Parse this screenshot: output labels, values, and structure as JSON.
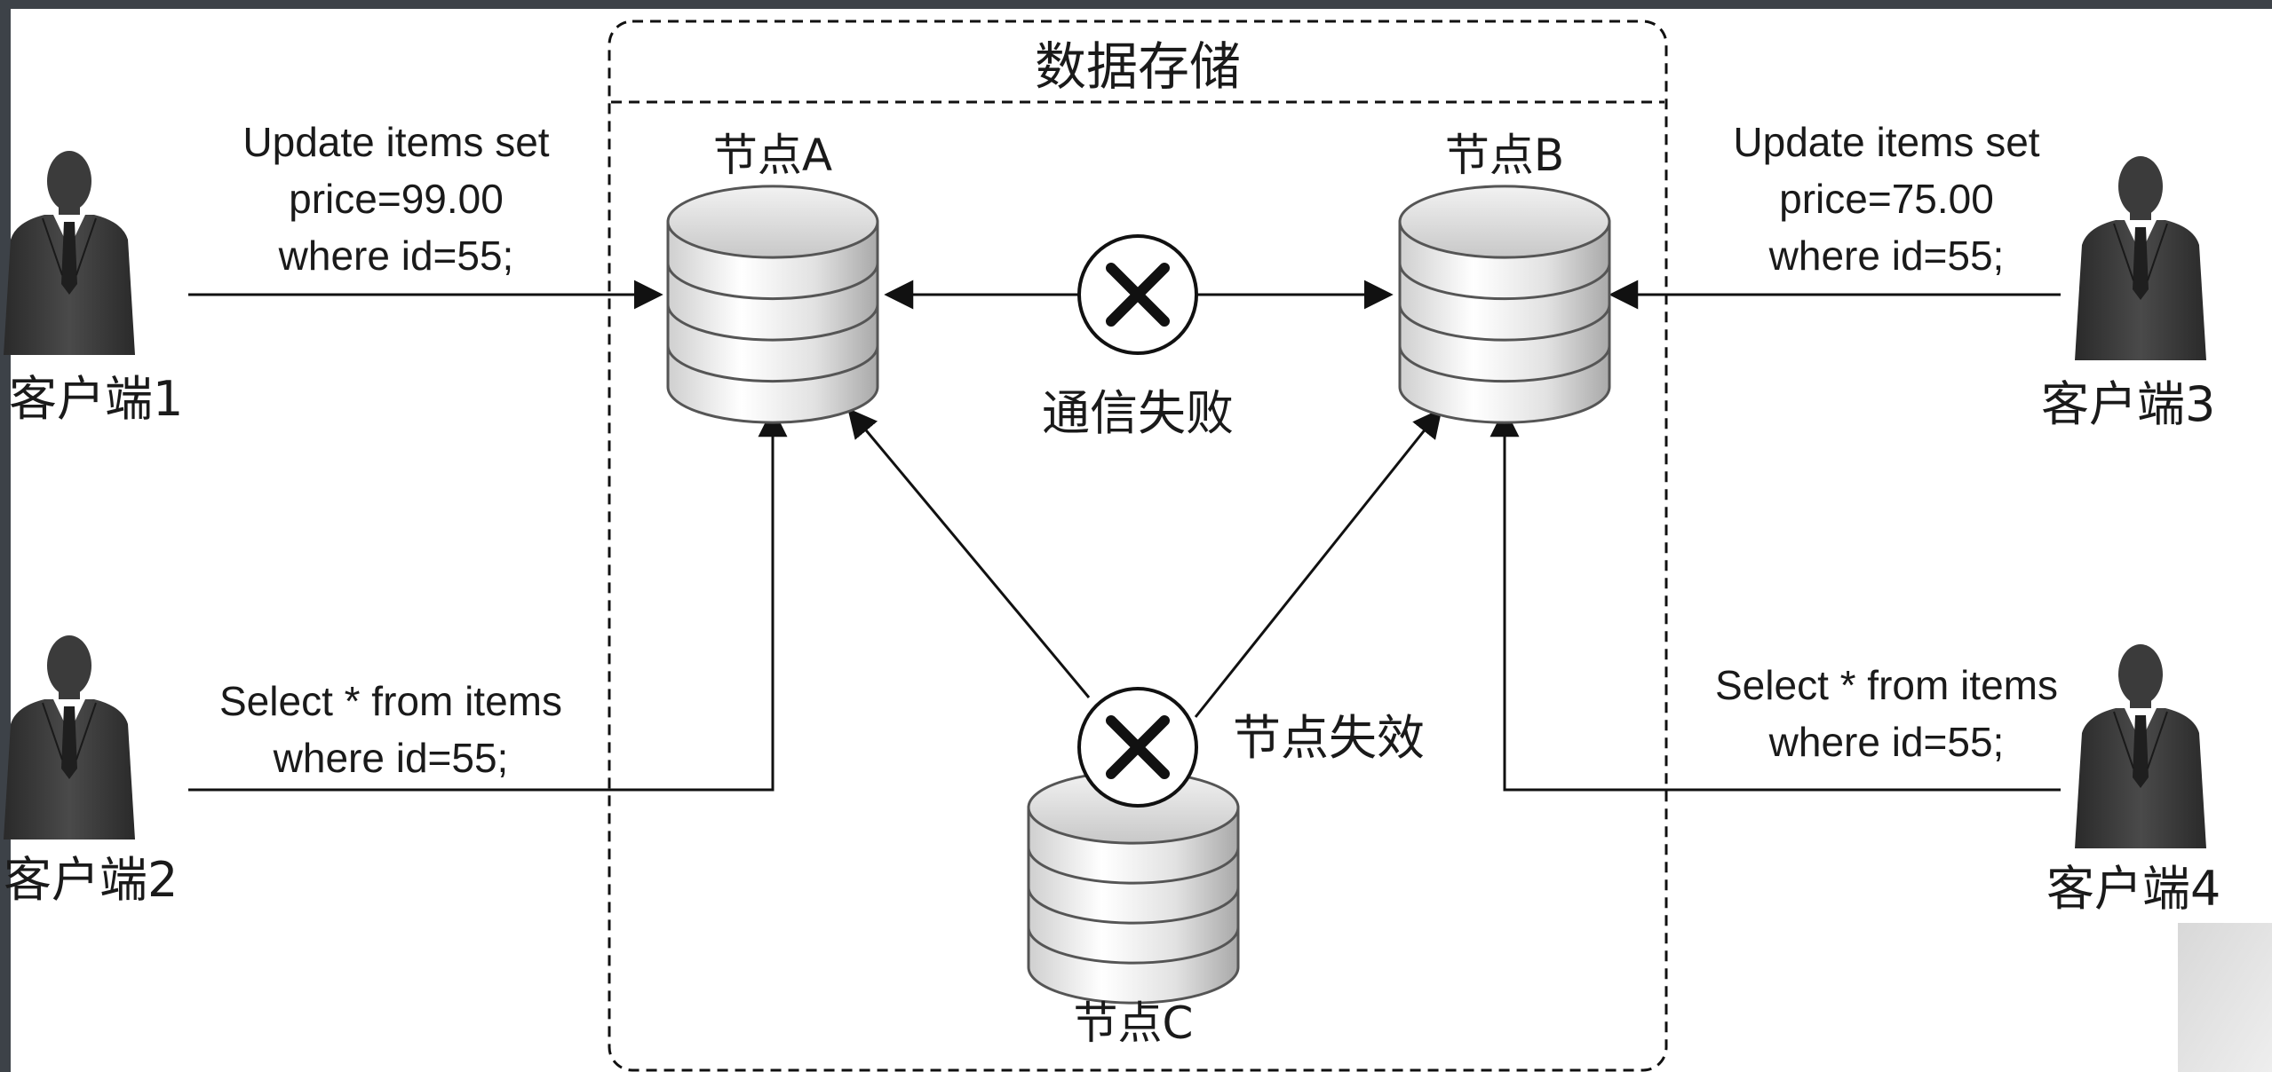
{
  "storage": {
    "title": "数据存储"
  },
  "nodes": {
    "a": {
      "label": "节点A"
    },
    "b": {
      "label": "节点B"
    },
    "c": {
      "label": "节点C"
    }
  },
  "failures": {
    "communication": "通信失败",
    "node": "节点失效"
  },
  "clients": [
    {
      "label": "客户端1",
      "query": [
        "Update items set",
        "price=99.00",
        "where id=55;"
      ]
    },
    {
      "label": "客户端2",
      "query": [
        "Select * from items",
        "where id=55;"
      ]
    },
    {
      "label": "客户端3",
      "query": [
        "Update items set",
        "price=75.00",
        "where id=55;"
      ]
    },
    {
      "label": "客户端4",
      "query": [
        "Select * from items",
        "where id=55;"
      ]
    }
  ]
}
